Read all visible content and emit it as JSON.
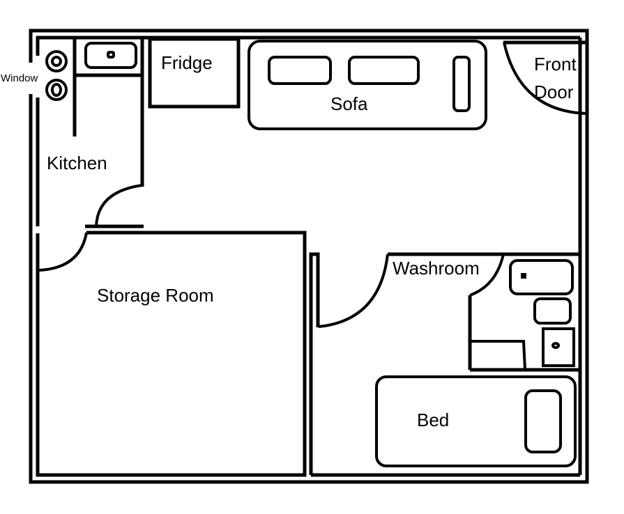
{
  "diagram": {
    "type": "floor-plan",
    "rooms": {
      "kitchen": "Kitchen",
      "storage": "Storage Room",
      "washroom": "Washroom"
    },
    "fixtures": {
      "window": "Window",
      "fridge": "Fridge",
      "sofa": "Sofa",
      "front_door_line1": "Front",
      "front_door_line2": "Door",
      "bed": "Bed"
    },
    "colors": {
      "line": "#000000",
      "background": "#ffffff"
    }
  }
}
